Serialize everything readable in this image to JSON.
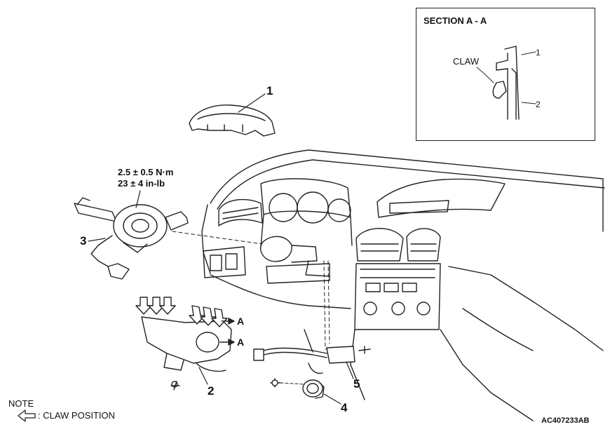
{
  "inset": {
    "title": "SECTION A - A",
    "claw_label": "CLAW",
    "part_1": "1",
    "part_2": "2"
  },
  "callouts": {
    "c1": "1",
    "c2": "2",
    "c3": "3",
    "c4": "4",
    "c5": "5",
    "a_upper": "A",
    "a_lower": "A"
  },
  "torque": {
    "line1": "2.5 ± 0.5 N·m",
    "line2": "23 ± 4 in-lb"
  },
  "note": {
    "heading": "NOTE",
    "legend_text": ": CLAW POSITION",
    "legend_icon": "hollow-left-arrow-icon"
  },
  "figure_code": "AC407233AB"
}
